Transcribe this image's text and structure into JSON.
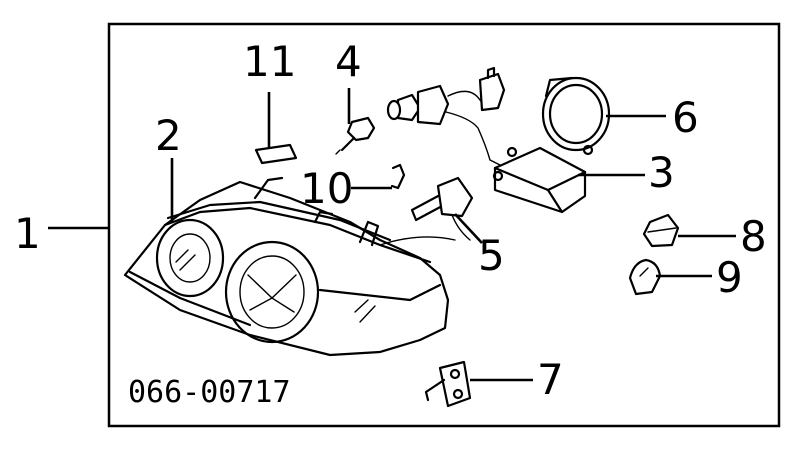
{
  "callouts": {
    "c1": "1",
    "c2": "2",
    "c3": "3",
    "c4": "4",
    "c5": "5",
    "c6": "6",
    "c7": "7",
    "c8": "8",
    "c9": "9",
    "c10": "10",
    "c11": "11"
  },
  "diagram_code": "066-00717"
}
